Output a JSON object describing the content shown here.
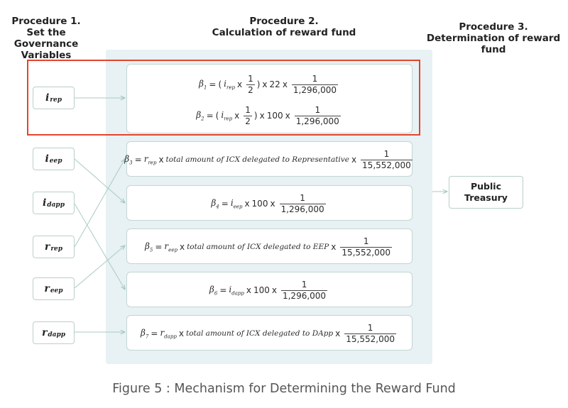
{
  "headers": {
    "procedure1": [
      "Procedure 1.",
      "Set the Governance",
      "Variables"
    ],
    "procedure2": [
      "Procedure 2.",
      "Calculation of reward fund"
    ],
    "procedure3": [
      "Procedure 3.",
      "Determination of reward fund"
    ]
  },
  "variables": [
    {
      "symbol": "i",
      "sub": "rep"
    },
    {
      "symbol": "i",
      "sub": "eep"
    },
    {
      "symbol": "i",
      "sub": "dapp"
    },
    {
      "symbol": "r",
      "sub": "rep"
    },
    {
      "symbol": "r",
      "sub": "eep"
    },
    {
      "symbol": "r",
      "sub": "dapp"
    }
  ],
  "formulas": {
    "beta1": {
      "beta_sub": "1",
      "var": "i",
      "var_sub": "rep",
      "half_num": "1",
      "half_den": "2",
      "mult": "22",
      "num": "1",
      "den": "1,296,000"
    },
    "beta2": {
      "beta_sub": "2",
      "var": "i",
      "var_sub": "rep",
      "half_num": "1",
      "half_den": "2",
      "mult": "100",
      "num": "1",
      "den": "1,296,000"
    },
    "beta3": {
      "beta_sub": "3",
      "var": "r",
      "var_sub": "rep",
      "text": "total amount of ICX delegated to Representative",
      "num": "1",
      "den": "15,552,000"
    },
    "beta4": {
      "beta_sub": "4",
      "var": "i",
      "var_sub": "eep",
      "mult": "100",
      "num": "1",
      "den": "1,296,000"
    },
    "beta5": {
      "beta_sub": "5",
      "var": "r",
      "var_sub": "eep",
      "text": "total amount of ICX delegated to EEP",
      "num": "1",
      "den": "15,552,000"
    },
    "beta6": {
      "beta_sub": "6",
      "var": "i",
      "var_sub": "dapp",
      "mult": "100",
      "num": "1",
      "den": "1,296,000"
    },
    "beta7": {
      "beta_sub": "7",
      "var": "r",
      "var_sub": "dapp",
      "text": "total amount of ICX delegated to DApp",
      "num": "1",
      "den": "15,552,000"
    }
  },
  "symbols": {
    "beta": "β",
    "equals": "=",
    "times": "x",
    "open_paren": "(",
    "close_paren": ")"
  },
  "treasury": [
    "Public",
    "Treasury"
  ],
  "caption": "Figure 5 : Mechanism for Determining the Reward Fund",
  "colors": {
    "panel": "#e8f1f4",
    "highlight": "#e2452f",
    "box_border": "#b9d0cb",
    "arrow": "#9fc4bd"
  }
}
